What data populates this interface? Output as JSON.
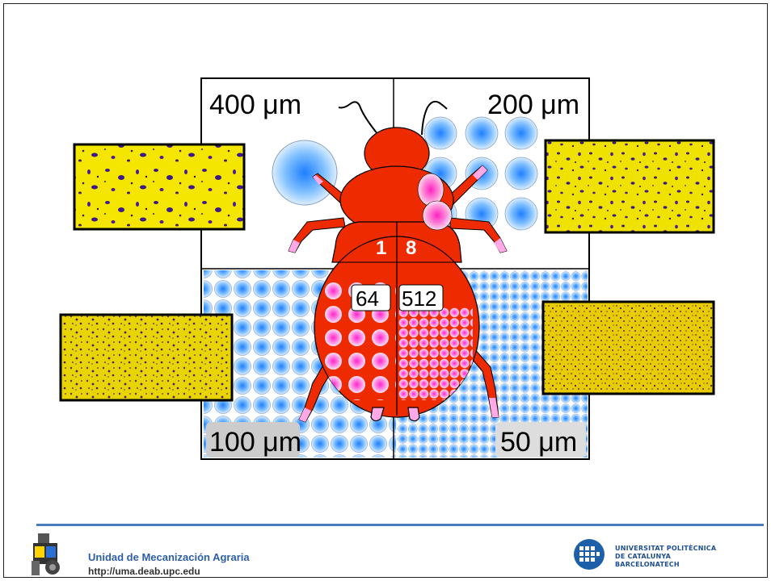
{
  "diagram": {
    "quadrant_labels": {
      "top_left": "400 μm",
      "top_right": "200 μm",
      "bottom_left": "100 μm",
      "bottom_right": "50 μm"
    },
    "counts": {
      "q400": "1",
      "q200": "8",
      "q100": "64",
      "q50": "512"
    }
  },
  "footer": {
    "org_name": "Unidad de Mecanización Agraria",
    "org_url": "http://uma.deab.upc.edu",
    "university_lines": [
      "UNIVERSITAT POLITÈCNICA",
      "DE CATALUNYA",
      "BARCELONATECH"
    ]
  },
  "colors": {
    "beetle_red": "#ee2a00",
    "droplet_blue": "#3399ff",
    "droplet_pink": "#ff33cc",
    "card_yellow": "#f2e600",
    "card_purple": "#4a1a8a",
    "footer_blue": "#4a7bbf"
  }
}
